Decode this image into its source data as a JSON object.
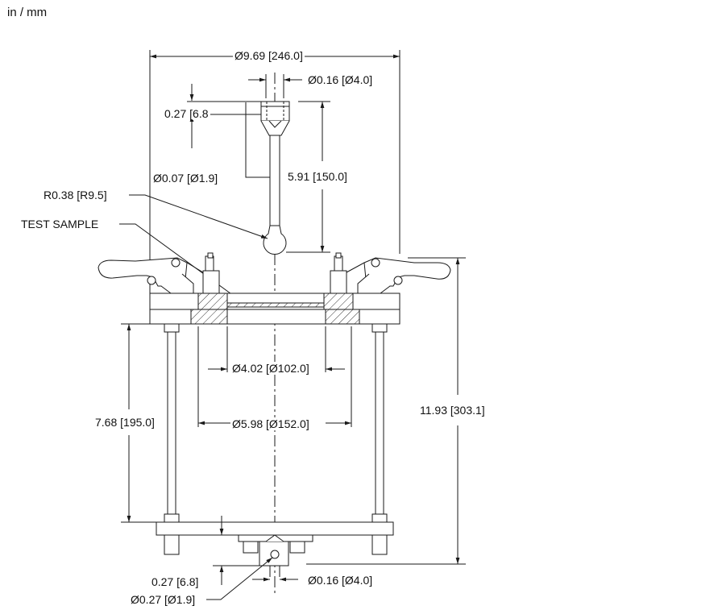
{
  "units_label": "in / mm",
  "dimensions": {
    "overall_diameter": "Ø9.69 [246.0]",
    "plunger_tip_diameter": "Ø0.16 [Ø4.0]",
    "plunger_top_height": "0.27 [6.8",
    "plunger_rod_diameter": "Ø0.07 [Ø1.9]",
    "plunger_length": "5.91 [150.0]",
    "ball_radius": "R0.38 [R9.5]",
    "test_sample": "TEST SAMPLE",
    "inner_clamp_diameter": "Ø4.02 [Ø102.0]",
    "outer_clamp_diameter": "Ø5.98 [Ø152.0]",
    "column_height": "7.68 [195.0]",
    "overall_height": "11.93 [303.1]",
    "bottom_height": "0.27 [6.8]",
    "bottom_tip_diameter": "Ø0.16 [Ø4.0]",
    "bottom_hole_diameter": "Ø0.27 [Ø1.9]"
  },
  "colors": {
    "line": "#1a1a1a",
    "hatch": "#333333",
    "background": "#ffffff"
  }
}
